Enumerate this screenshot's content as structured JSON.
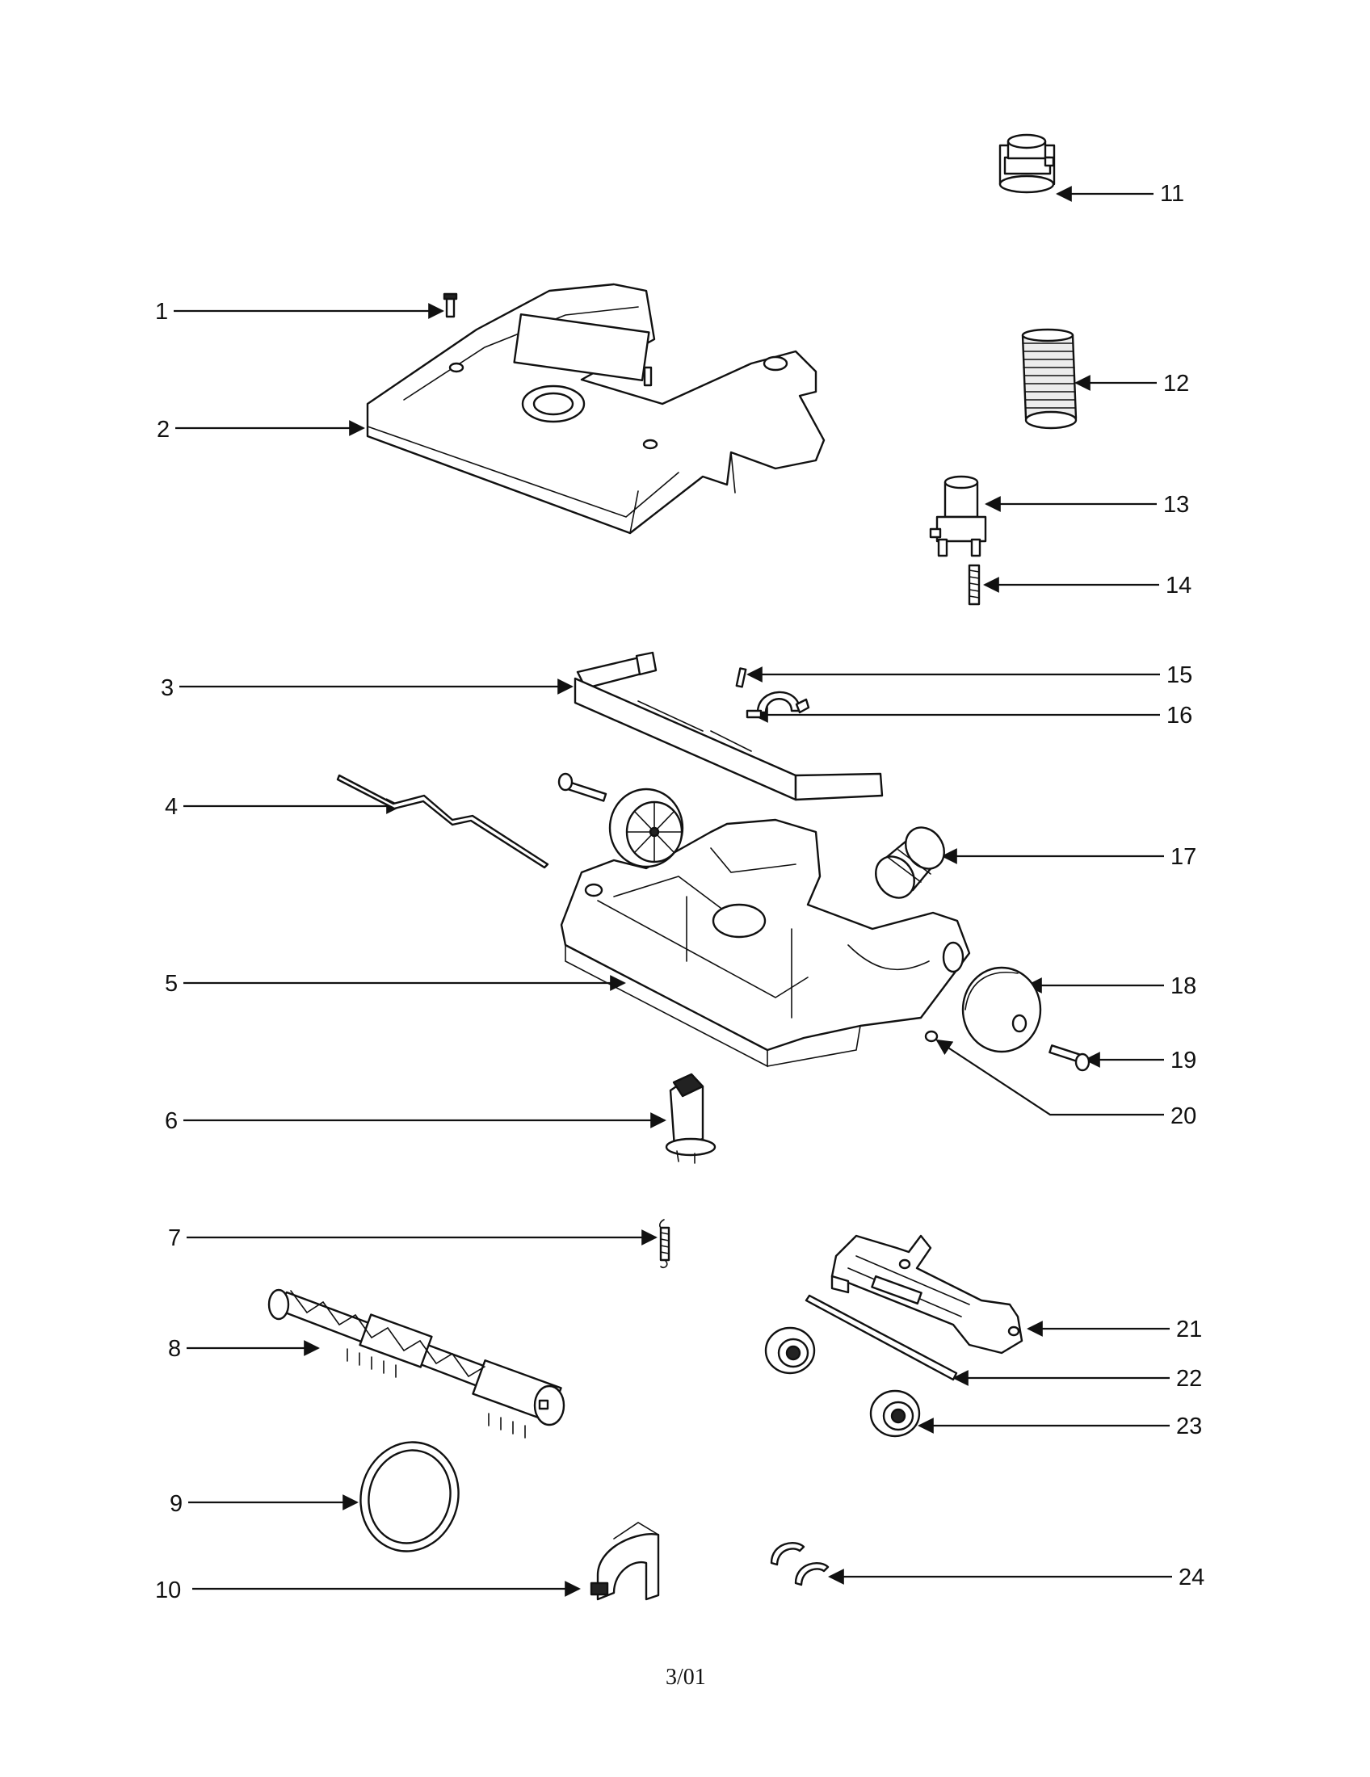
{
  "callouts": [
    {
      "label": "1",
      "part": "screw"
    },
    {
      "label": "2",
      "part": "hood"
    },
    {
      "label": "3",
      "part": "bumper"
    },
    {
      "label": "4",
      "part": "wire-strip"
    },
    {
      "label": "5",
      "part": "base"
    },
    {
      "label": "6",
      "part": "pedal"
    },
    {
      "label": "7",
      "part": "spring"
    },
    {
      "label": "8",
      "part": "brushroll"
    },
    {
      "label": "9",
      "part": "belt"
    },
    {
      "label": "10",
      "part": "clip"
    },
    {
      "label": "11",
      "part": "hose-connector"
    },
    {
      "label": "12",
      "part": "hose-section"
    },
    {
      "label": "13",
      "part": "switch"
    },
    {
      "label": "14",
      "part": "spring-small"
    },
    {
      "label": "15",
      "part": "screw-small"
    },
    {
      "label": "16",
      "part": "bracket"
    },
    {
      "label": "17",
      "part": "duct"
    },
    {
      "label": "18",
      "part": "wheel-cover"
    },
    {
      "label": "19",
      "part": "axle-screw"
    },
    {
      "label": "20",
      "part": "washer"
    },
    {
      "label": "21",
      "part": "carriage"
    },
    {
      "label": "22",
      "part": "axle"
    },
    {
      "label": "23",
      "part": "wheel"
    },
    {
      "label": "24",
      "part": "clips"
    }
  ],
  "footer": {
    "date_code": "3/01"
  }
}
